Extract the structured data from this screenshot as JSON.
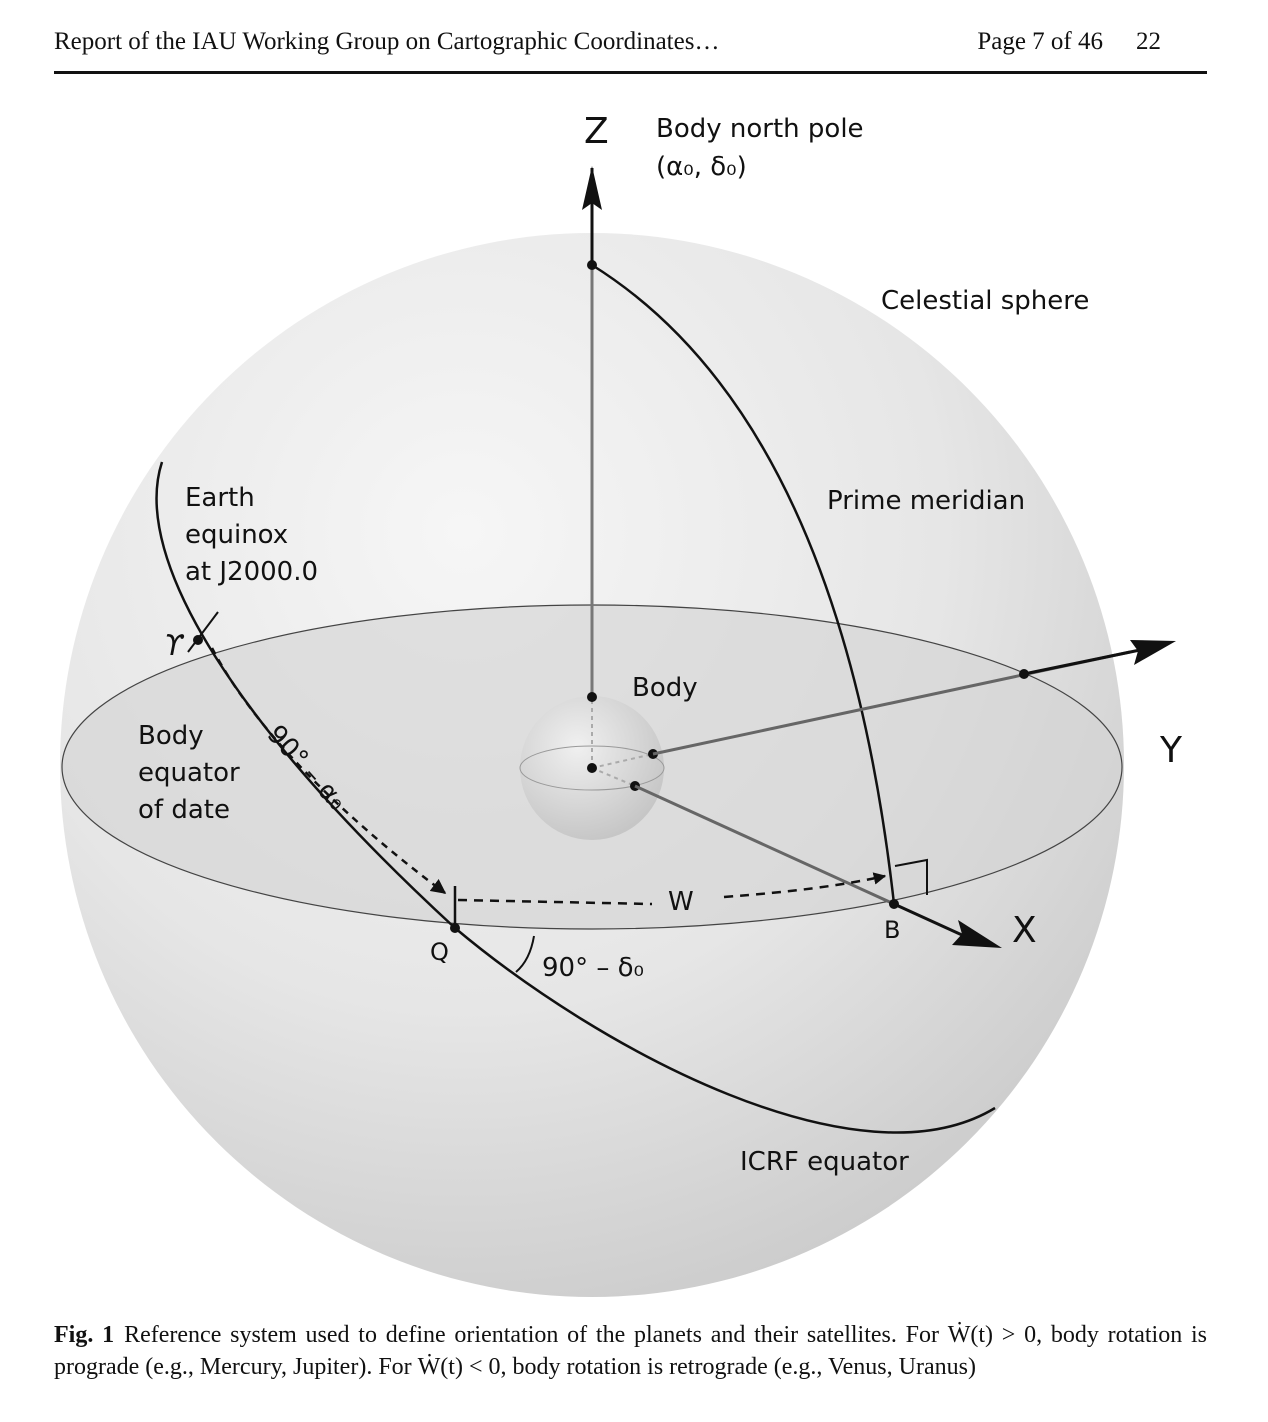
{
  "header": {
    "title": "Report of the IAU Working Group on Cartographic Coordinates…",
    "page_label": "Page 7 of 46",
    "page_number": "22"
  },
  "figure": {
    "labels": {
      "z_axis": "Z",
      "north_pole_line1": "Body north pole",
      "north_pole_line2": "(α₀, δ₀)",
      "celestial_sphere": "Celestial sphere",
      "prime_meridian": "Prime meridian",
      "equinox_line1": "Earth",
      "equinox_line2": "equinox",
      "equinox_line3": "at J2000.0",
      "aries_symbol": "ϒ",
      "body": "Body",
      "y_axis": "Y",
      "body_equator_line1": "Body",
      "body_equator_line2": "equator",
      "body_equator_line3": "of date",
      "angle_alpha": "90° – α₀",
      "w_label": "W",
      "point_q": "Q",
      "point_b": "B",
      "x_axis": "X",
      "angle_delta": "90° – δ₀",
      "icrf_equator": "ICRF equator"
    }
  },
  "caption": {
    "label": "Fig. 1",
    "text": "Reference system used to define orientation of the planets and their satellites. For Ẇ(t) > 0, body rotation is prograde (e.g., Mercury, Jupiter). For Ẇ(t) < 0, body rotation is retrograde (e.g., Venus, Uranus)"
  }
}
